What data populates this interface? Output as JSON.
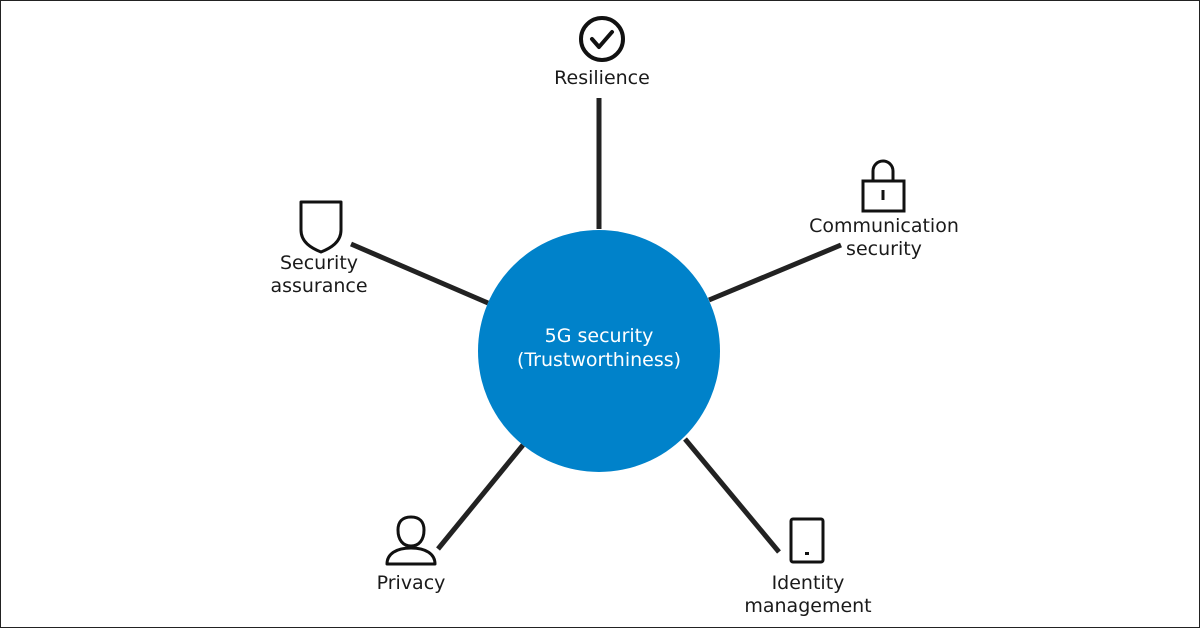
{
  "colors": {
    "hub": "#0082ca",
    "spoke": "#222222",
    "icon": "#111111",
    "hub_text": "#ffffff",
    "label_text": "#1a1a1a"
  },
  "hub": {
    "line1": "5G security",
    "line2": "(Trustworthiness)"
  },
  "nodes": {
    "resilience": {
      "icon": "check-circle-icon",
      "line1": "Resilience"
    },
    "communication_security": {
      "icon": "lock-icon",
      "line1": "Communication",
      "line2": "security"
    },
    "security_assurance": {
      "icon": "shield-icon",
      "line1": "Security",
      "line2": "assurance"
    },
    "privacy": {
      "icon": "person-icon",
      "line1": "Privacy"
    },
    "identity_management": {
      "icon": "mobile-device-icon",
      "line1": "Identity",
      "line2": "management"
    }
  }
}
